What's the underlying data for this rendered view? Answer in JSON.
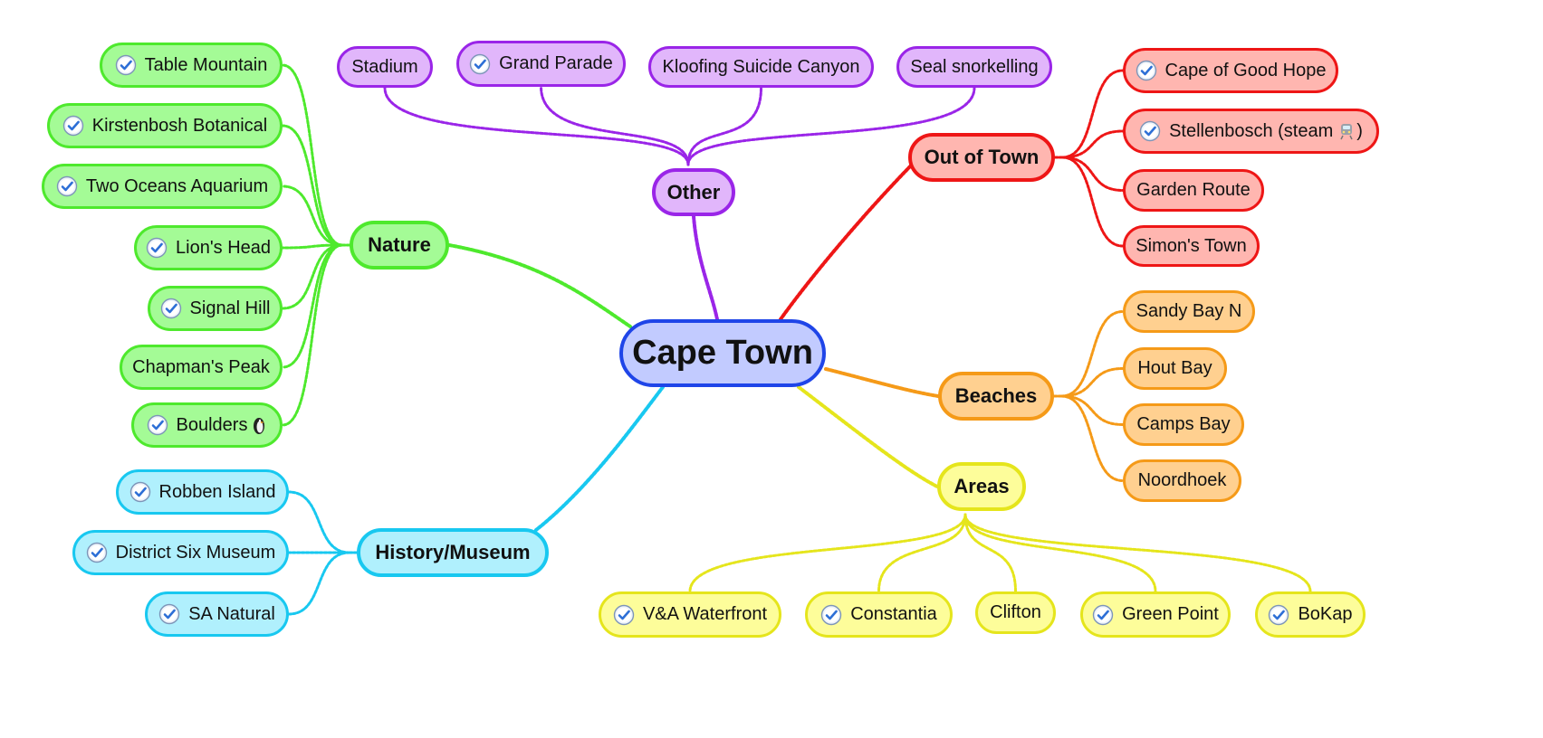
{
  "root": {
    "label": "Cape Town",
    "fill": "#c2cbff",
    "stroke": "#1f45e8"
  },
  "branches": {
    "nature": {
      "label": "Nature",
      "fill": "#a4fb96",
      "stroke": "#4ee92d",
      "items": [
        {
          "label": "Table Mountain",
          "checked": true
        },
        {
          "label": "Kirstenbosh Botanical",
          "checked": true
        },
        {
          "label": "Two Oceans Aquarium",
          "checked": true
        },
        {
          "label": "Lion's Head",
          "checked": true
        },
        {
          "label": "Signal Hill",
          "checked": true
        },
        {
          "label": "Chapman's Peak",
          "checked": false
        },
        {
          "label": "Boulders",
          "checked": true,
          "emoji": "penguin-icon"
        }
      ]
    },
    "other": {
      "label": "Other",
      "fill": "#e1b6fb",
      "stroke": "#9a25e8",
      "items": [
        {
          "label": "Stadium",
          "checked": false
        },
        {
          "label": "Grand Parade",
          "checked": true
        },
        {
          "label": "Kloofing Suicide Canyon",
          "checked": false
        },
        {
          "label": "Seal snorkelling",
          "checked": false
        }
      ]
    },
    "out_of_town": {
      "label": "Out of Town",
      "fill": "#ffb6b0",
      "stroke": "#ee1616",
      "items": [
        {
          "label": "Cape of Good Hope",
          "checked": true
        },
        {
          "label": "Stellenbosch (steam",
          "suffix": ")",
          "checked": true,
          "emoji": "train-icon"
        },
        {
          "label": "Garden Route",
          "checked": false
        },
        {
          "label": "Simon's Town",
          "checked": false
        }
      ]
    },
    "beaches": {
      "label": "Beaches",
      "fill": "#ffd090",
      "stroke": "#f59a18",
      "items": [
        {
          "label": "Sandy Bay N",
          "checked": false
        },
        {
          "label": "Hout Bay",
          "checked": false
        },
        {
          "label": "Camps Bay",
          "checked": false
        },
        {
          "label": "Noordhoek",
          "checked": false
        }
      ]
    },
    "areas": {
      "label": "Areas",
      "fill": "#fdfd9a",
      "stroke": "#e5e51c",
      "items": [
        {
          "label": "V&A Waterfront",
          "checked": true
        },
        {
          "label": "Constantia",
          "checked": true
        },
        {
          "label": "Clifton",
          "checked": false
        },
        {
          "label": "Green Point",
          "checked": true
        },
        {
          "label": "BoKap",
          "checked": true
        }
      ]
    },
    "history": {
      "label": "History/Museum",
      "fill": "#b0f0fd",
      "stroke": "#18c8f0",
      "items": [
        {
          "label": "Robben Island",
          "checked": true
        },
        {
          "label": "District Six Museum",
          "checked": true
        },
        {
          "label": "SA Natural",
          "checked": true
        }
      ]
    }
  }
}
